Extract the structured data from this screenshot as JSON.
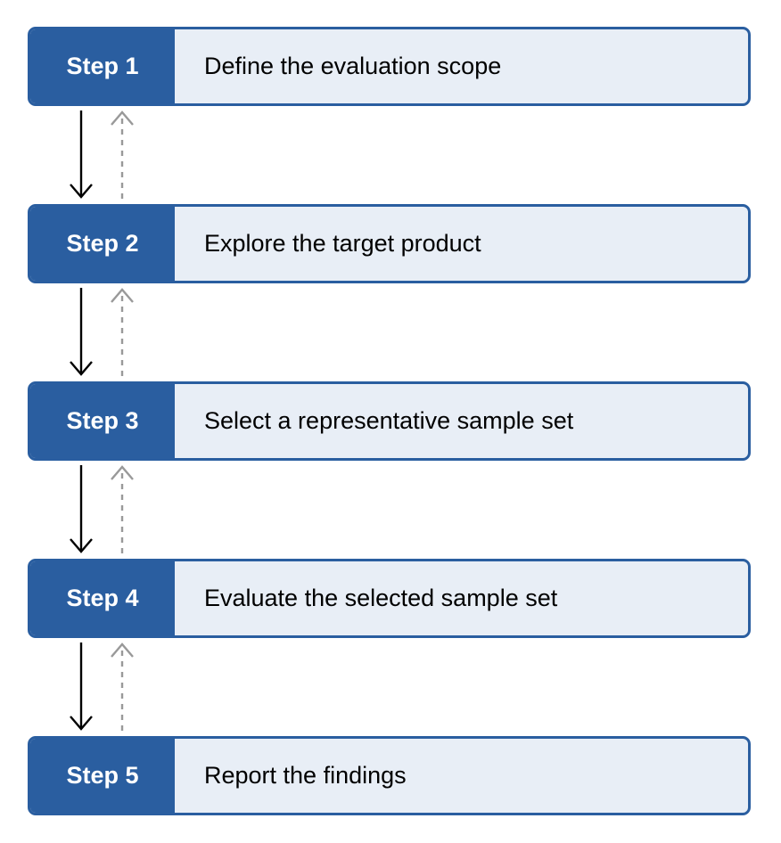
{
  "colors": {
    "step_tag_bg": "#2a5ea0",
    "step_border": "#2a5ea0",
    "step_body_bg": "#e8eef6",
    "forward_arrow": "#000000",
    "back_arrow": "#999999"
  },
  "steps": [
    {
      "tag": "Step 1",
      "text": "Define the evaluation scope"
    },
    {
      "tag": "Step 2",
      "text": "Explore the target product"
    },
    {
      "tag": "Step 3",
      "text": "Select a representative sample set"
    },
    {
      "tag": "Step 4",
      "text": "Evaluate the selected sample set"
    },
    {
      "tag": "Step 5",
      "text": "Report the findings"
    }
  ],
  "connectors": [
    {
      "from": "Step 1",
      "to": "Step 2",
      "forward": "solid-down-arrow",
      "back": "dashed-up-arrow"
    },
    {
      "from": "Step 2",
      "to": "Step 3",
      "forward": "solid-down-arrow",
      "back": "dashed-up-arrow"
    },
    {
      "from": "Step 3",
      "to": "Step 4",
      "forward": "solid-down-arrow",
      "back": "dashed-up-arrow"
    },
    {
      "from": "Step 4",
      "to": "Step 5",
      "forward": "solid-down-arrow",
      "back": "dashed-up-arrow"
    }
  ]
}
